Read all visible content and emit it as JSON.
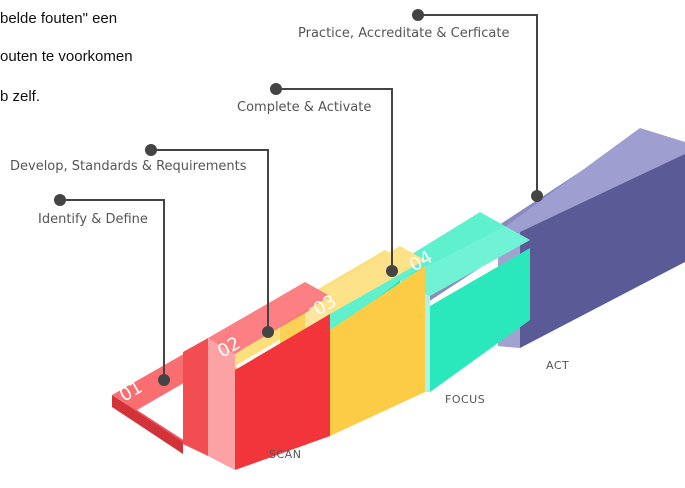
{
  "background_text": [
    "belde fouten\" een",
    "outen te voorkomen",
    "b zelf."
  ],
  "steps": [
    {
      "number": "01",
      "label": "Identify & Define",
      "color": "#f24e52"
    },
    {
      "number": "02",
      "label": "Develop, Standards & Requirements",
      "color": "#fdd45f"
    },
    {
      "number": "03",
      "label": "Complete & Activate",
      "color": "#4aefc8"
    },
    {
      "number": "04",
      "label": "Practice, Accreditate & Cerficate",
      "color": "#6c6ca8"
    }
  ],
  "phases": {
    "scan": "SCAN",
    "focus": "FOCUS",
    "act": "ACT"
  }
}
